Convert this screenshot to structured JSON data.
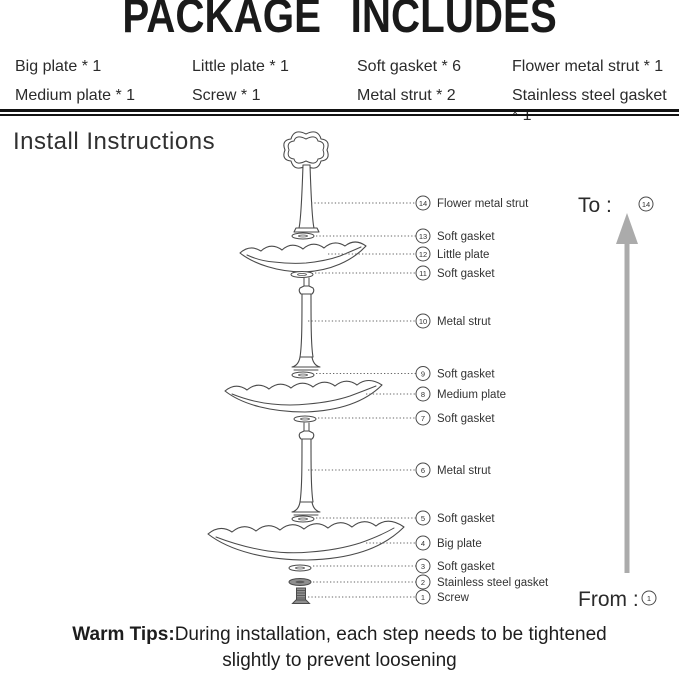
{
  "header": {
    "title": "PACKAGE INCLUDES"
  },
  "pkg": {
    "items": [
      "Big plate * 1",
      "Little plate * 1",
      "Soft gasket * 6",
      "Flower metal strut * 1",
      "Medium plate * 1",
      "Screw * 1",
      "Metal strut * 2",
      "Stainless steel gasket * 1"
    ]
  },
  "install": {
    "heading": "Install Instructions"
  },
  "diagram": {
    "parts": [
      {
        "num": "1",
        "label": "Screw"
      },
      {
        "num": "2",
        "label": "Stainless steel gasket"
      },
      {
        "num": "3",
        "label": "Soft gasket"
      },
      {
        "num": "4",
        "label": "Big plate"
      },
      {
        "num": "5",
        "label": "Soft gasket"
      },
      {
        "num": "6",
        "label": "Metal strut"
      },
      {
        "num": "7",
        "label": "Soft gasket"
      },
      {
        "num": "8",
        "label": "Medium plate"
      },
      {
        "num": "9",
        "label": "Soft gasket"
      },
      {
        "num": "10",
        "label": "Metal strut"
      },
      {
        "num": "11",
        "label": "Soft gasket"
      },
      {
        "num": "12",
        "label": "Little plate"
      },
      {
        "num": "13",
        "label": "Soft gasket"
      },
      {
        "num": "14",
        "label": "Flower metal strut"
      }
    ],
    "to_label": "To :",
    "to_part": "14",
    "from_label": "From :",
    "from_part": "1",
    "colors": {
      "line_art": "#4a4a4a",
      "arrow_gray": "#ababab",
      "steel_gray": "#8f8f8f"
    }
  },
  "tips": {
    "bold": "Warm Tips:",
    "line1": "During installation, each step needs to be tightened",
    "line2": "slightly to prevent loosening"
  }
}
